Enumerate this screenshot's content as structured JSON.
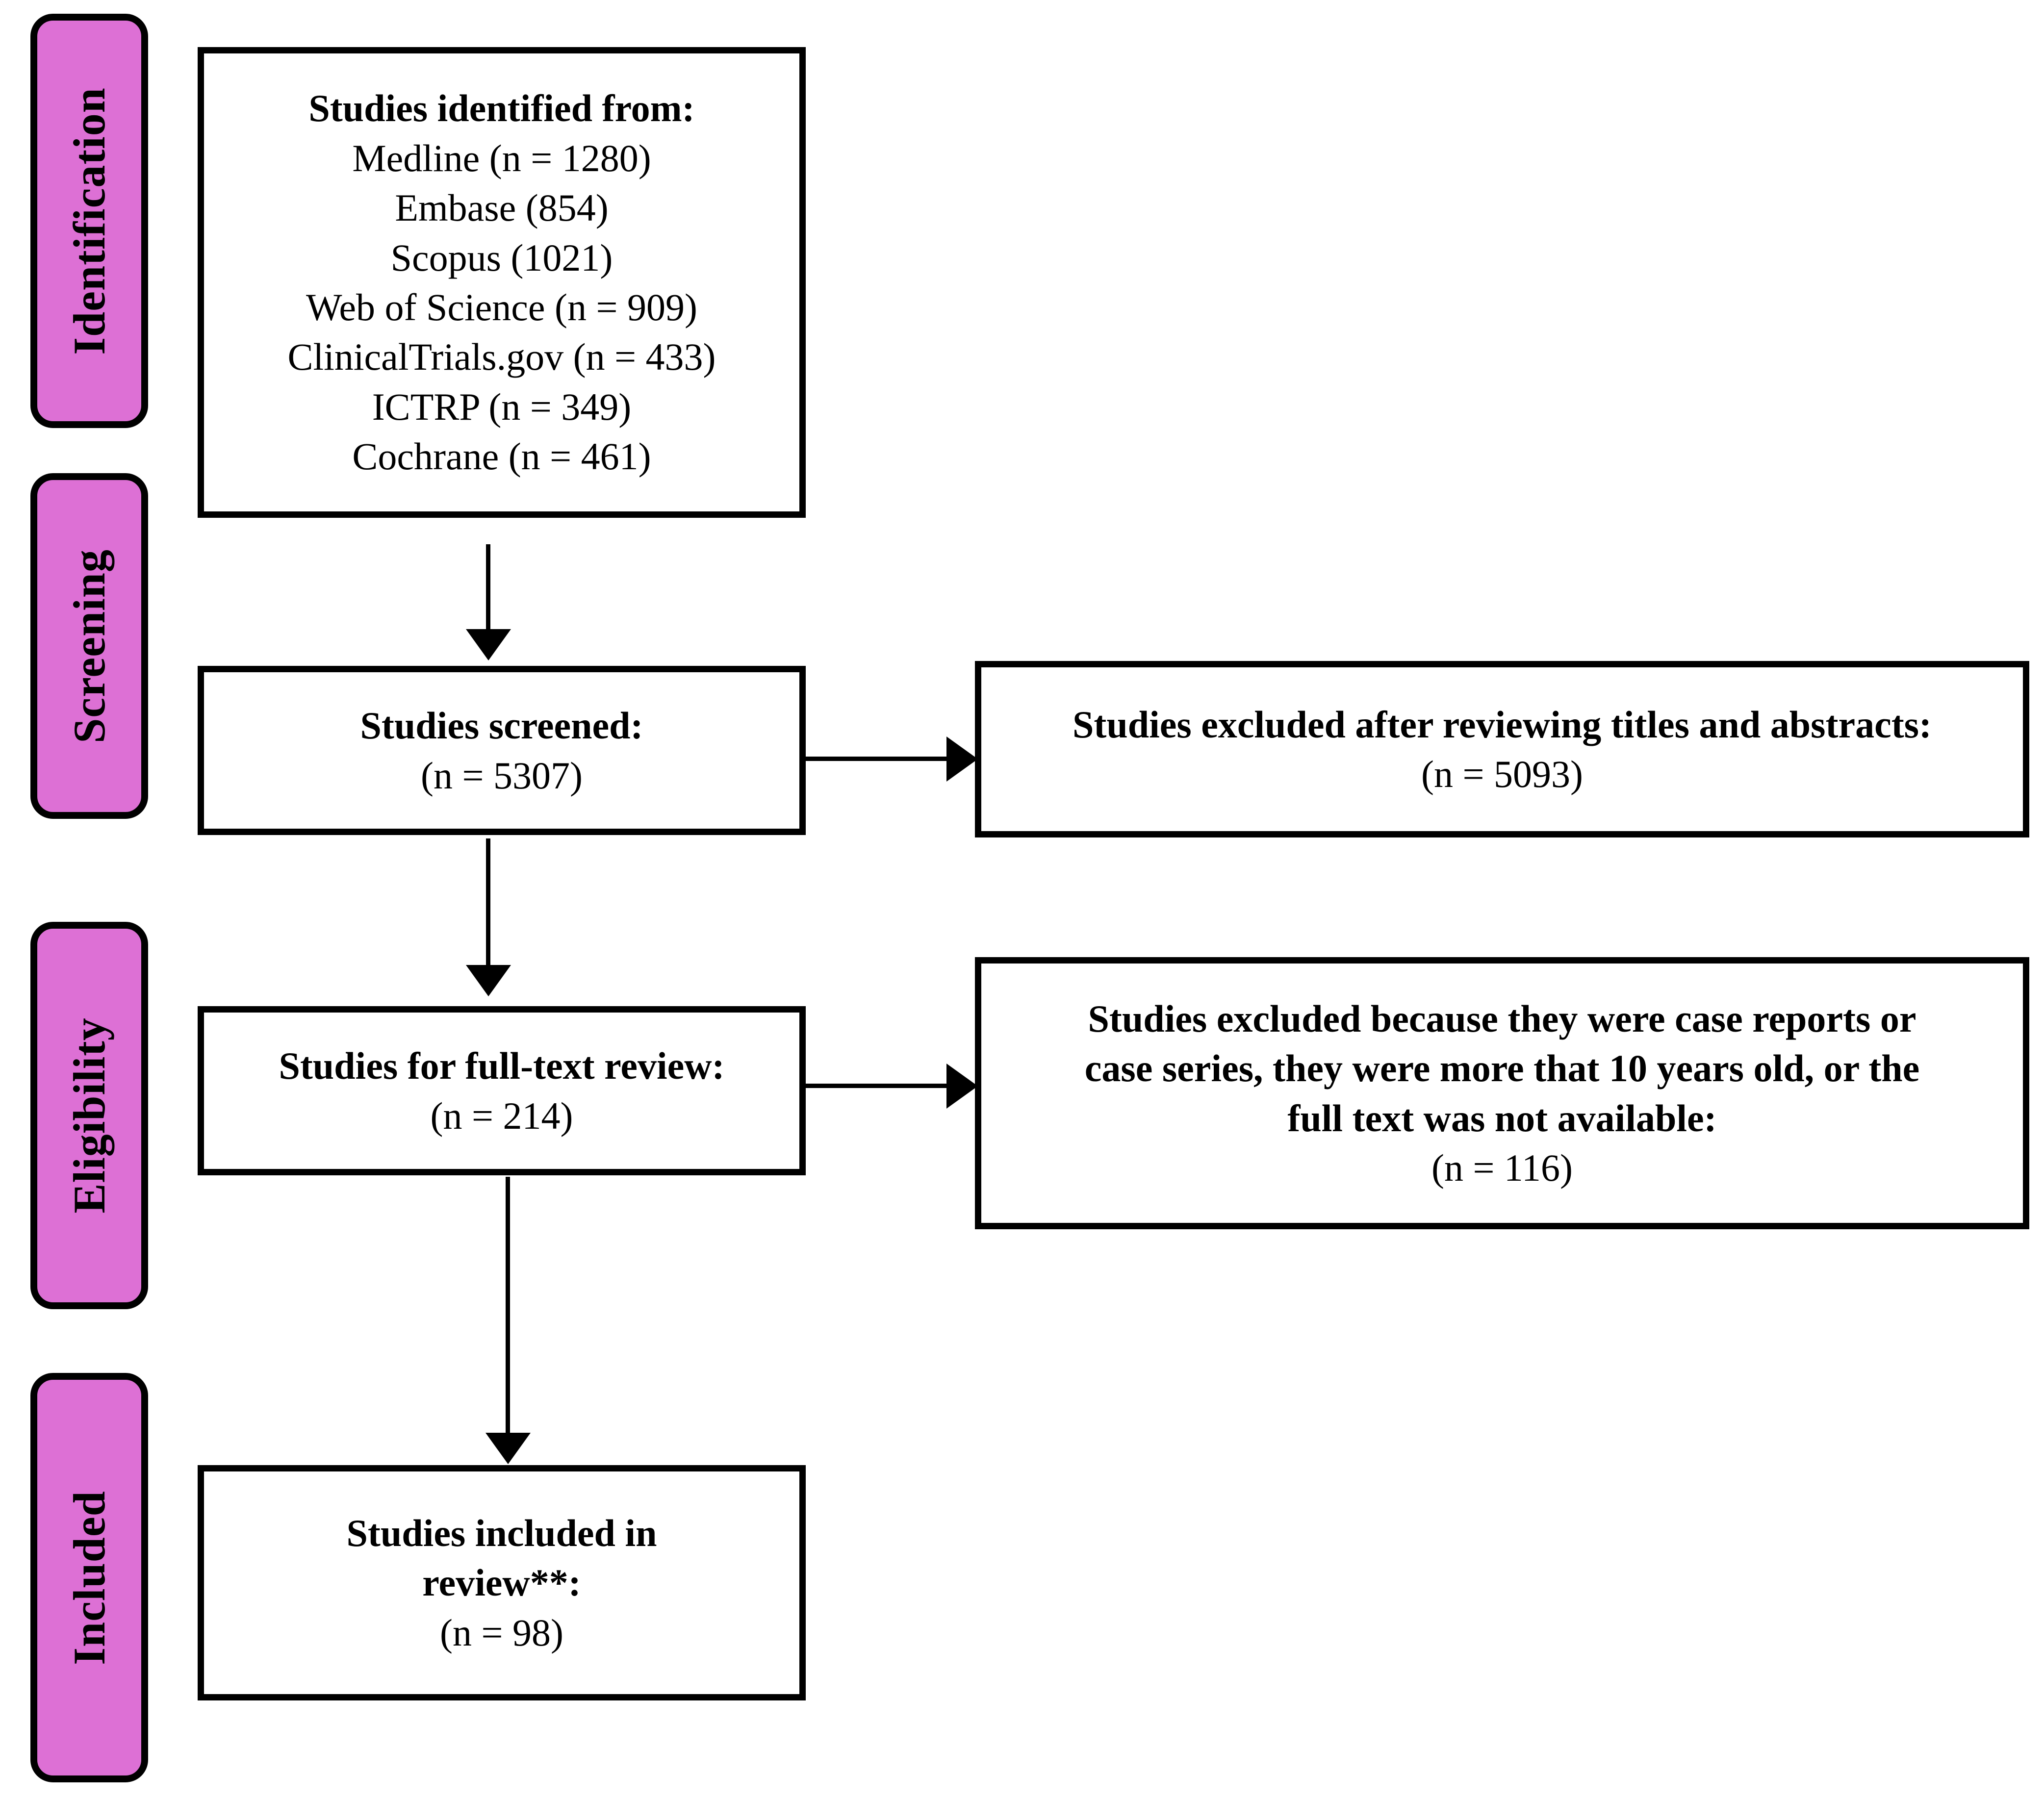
{
  "diagram": {
    "type": "PRISMA flow diagram",
    "stages": [
      {
        "id": "identification",
        "label": "Identification"
      },
      {
        "id": "screening",
        "label": "Screening"
      },
      {
        "id": "eligibility",
        "label": "Eligibility"
      },
      {
        "id": "included",
        "label": "Included"
      }
    ],
    "boxes": {
      "identified": {
        "heading": "Studies identified from:",
        "lines": [
          "Medline (n = 1280)",
          "Embase (854)",
          "Scopus (1021)",
          "Web of Science (n = 909)",
          "ClinicalTrials.gov (n = 433)",
          "ICTRP (n = 349)",
          "Cochrane (n = 461)"
        ]
      },
      "screened": {
        "heading": "Studies screened:",
        "count": "(n = 5307)"
      },
      "excluded_titles_abstracts": {
        "heading": "Studies excluded after reviewing titles and abstracts:",
        "count": "(n = 5093)"
      },
      "full_text_review": {
        "heading": "Studies for full-text review:",
        "count": "(n = 214)"
      },
      "excluded_full_text": {
        "heading_line1": "Studies excluded because they were case reports or",
        "heading_line2": "case series, they were more that 10 years old, or the",
        "heading_line3": "full text was not available:",
        "count": "(n = 116)"
      },
      "included_in_review": {
        "heading_line1": "Studies included in",
        "heading_line2": "review**:",
        "count": "(n = 98)"
      }
    },
    "colors": {
      "stage_band_fill": "#DD70D5",
      "stroke": "#000000",
      "box_fill": "#FFFFFF"
    }
  }
}
